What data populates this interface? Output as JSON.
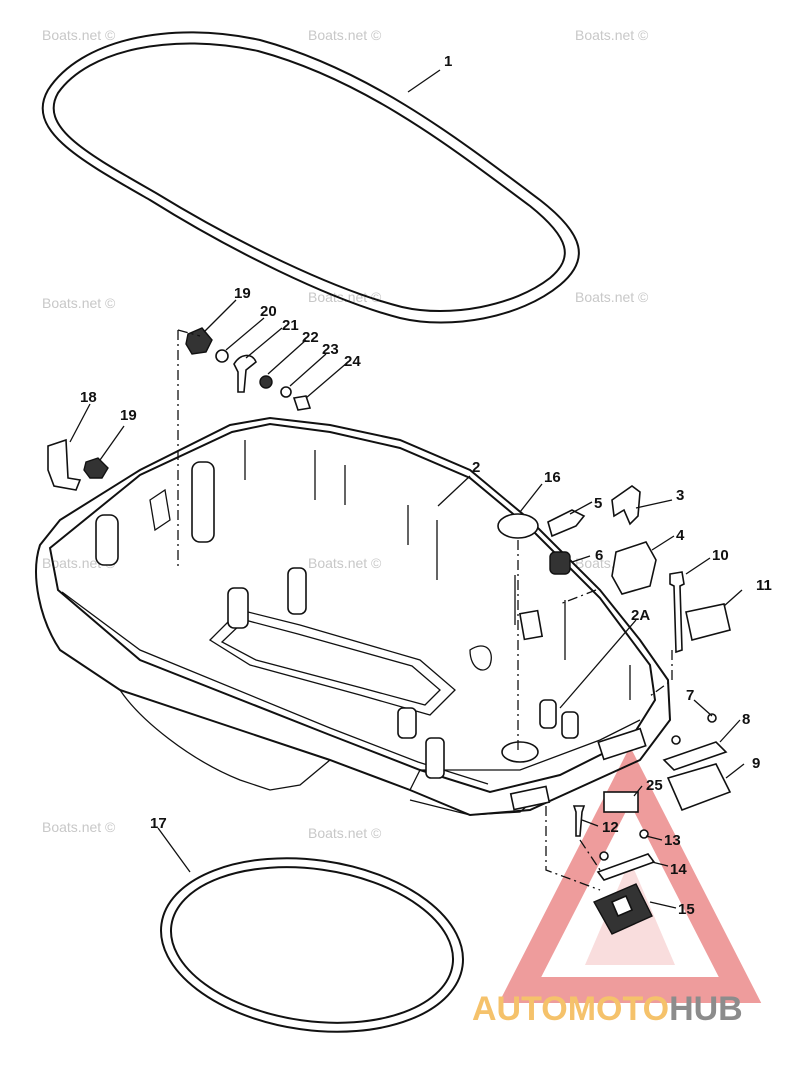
{
  "watermarks": [
    "Boats.net ©",
    "Boats.net ©",
    "Boats.net ©",
    "Boats.net ©",
    "Boats.net ©",
    "Boats.net ©",
    "Boats.net ©",
    "Boats.net ©",
    "Boats.net ©",
    "Boats.net ©",
    "Boats.net ©"
  ],
  "callouts": [
    "1",
    "2",
    "2A",
    "3",
    "4",
    "5",
    "6",
    "7",
    "8",
    "9",
    "10",
    "11",
    "12",
    "13",
    "14",
    "15",
    "16",
    "17",
    "18",
    "19",
    "19",
    "20",
    "21",
    "22",
    "23",
    "24",
    "25"
  ],
  "logo": {
    "word_a": "AUTOMOTO",
    "word_b": "HUB",
    "color_a": "#f5c26b",
    "color_b": "#8c8c8c",
    "triangle_color": "#e35b5b"
  }
}
